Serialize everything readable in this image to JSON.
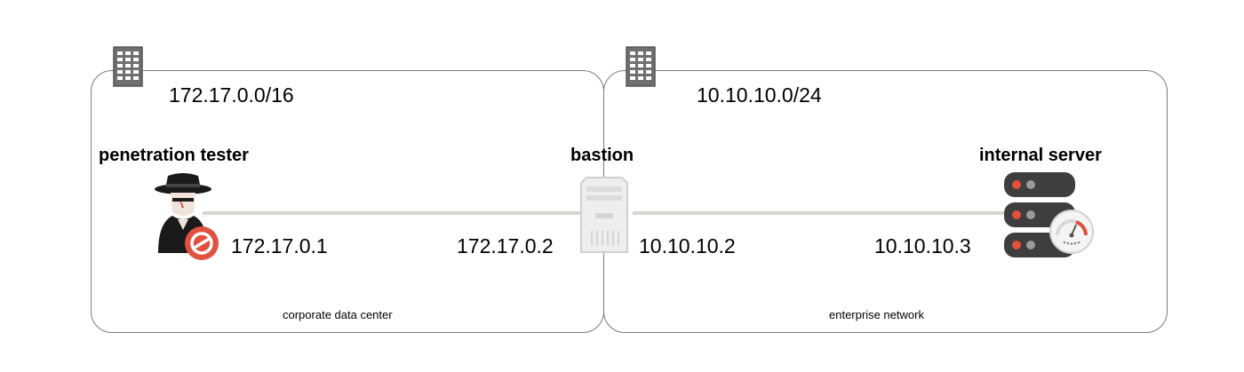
{
  "zones": [
    {
      "subnet": "172.17.0.0/16",
      "label": "corporate data center",
      "icon": "building-icon"
    },
    {
      "subnet": "10.10.10.0/24",
      "label": "enterprise network",
      "icon": "building-icon"
    }
  ],
  "nodes": {
    "tester": {
      "title": "penetration tester",
      "ip": "172.17.0.1",
      "icon": "hacker-icon",
      "badge": "denied-badge-icon"
    },
    "bastion": {
      "title": "bastion",
      "ip_left": "172.17.0.2",
      "ip_right": "10.10.10.2",
      "icon": "server-tower-icon"
    },
    "internal": {
      "title": "internal server",
      "ip": "10.10.10.3",
      "icon": "server-rack-icon",
      "badge": "gauge-icon"
    }
  },
  "colors": {
    "link": "#d8d4d0",
    "zone_border": "#7a7a7a",
    "badge_red": "#e0513f",
    "rack": "#3e3e3e"
  }
}
